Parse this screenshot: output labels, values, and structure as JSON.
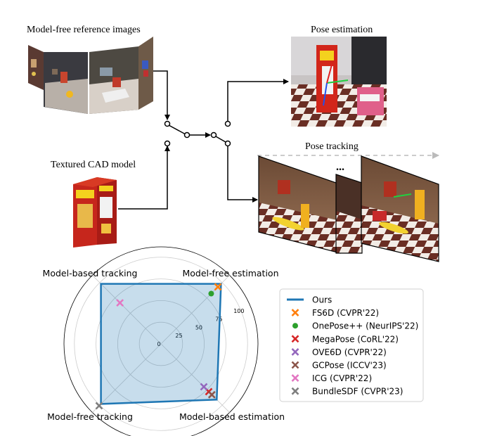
{
  "diagram": {
    "model_free_reference_images": "Model-free reference images",
    "textured_cad_model": "Textured CAD model",
    "pose_estimation": "Pose estimation",
    "pose_tracking": "Pose tracking",
    "ellipsis": "..."
  },
  "chart_data": {
    "type": "radar",
    "axes": [
      "Model-free estimation",
      "Model-based tracking",
      "Model-free tracking",
      "Model-based estimation"
    ],
    "radial_ticks": [
      "0",
      "25",
      "50",
      "75",
      "100"
    ],
    "radial_tick_values": [
      0,
      25,
      50,
      75,
      100
    ],
    "rmax": 112,
    "grid": true,
    "legend_position": "right",
    "series": [
      {
        "name": "Ours",
        "values": [
          98,
          98,
          98,
          91
        ],
        "color": "#1f77b4",
        "marker": "line"
      },
      {
        "name": "FS6D (CVPR'22)",
        "values": [
          93,
          null,
          null,
          null
        ],
        "color": "#ff7f0e",
        "marker": "x"
      },
      {
        "name": "OnePose++ (NeurIPS'22)",
        "values": [
          82,
          null,
          null,
          null
        ],
        "color": "#2ca02c",
        "marker": "o"
      },
      {
        "name": "MegaPose (CoRL'22)",
        "values": [
          null,
          null,
          null,
          78
        ],
        "color": "#d62728",
        "marker": "x"
      },
      {
        "name": "OVE6D (CVPR'22)",
        "values": [
          null,
          null,
          null,
          70
        ],
        "color": "#9467bd",
        "marker": "x"
      },
      {
        "name": "GCPose (ICCV'23)",
        "values": [
          null,
          null,
          null,
          83
        ],
        "color": "#8c564b",
        "marker": "x"
      },
      {
        "name": "ICG (CVPR'22)",
        "values": [
          null,
          67,
          null,
          null
        ],
        "color": "#e377c2",
        "marker": "x"
      },
      {
        "name": "BundleSDF (CVPR'23)",
        "values": [
          null,
          null,
          101,
          null
        ],
        "color": "#7f7f7f",
        "marker": "x"
      }
    ]
  }
}
